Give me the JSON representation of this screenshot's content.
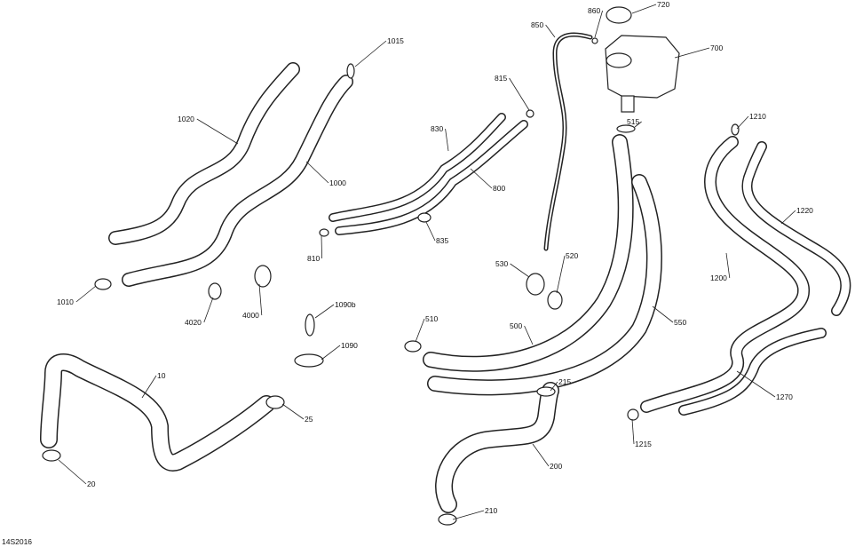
{
  "diagram": {
    "reference_code": "14S2016",
    "callouts": [
      "720",
      "860",
      "850",
      "700",
      "1015",
      "815",
      "515",
      "1210",
      "1020",
      "830",
      "1000",
      "800",
      "1220",
      "835",
      "810",
      "530",
      "520",
      "1200",
      "1010",
      "4020",
      "4000",
      "1090b",
      "510",
      "500",
      "550",
      "1090",
      "10",
      "215",
      "25",
      "1270",
      "1215",
      "200",
      "20",
      "210"
    ]
  }
}
